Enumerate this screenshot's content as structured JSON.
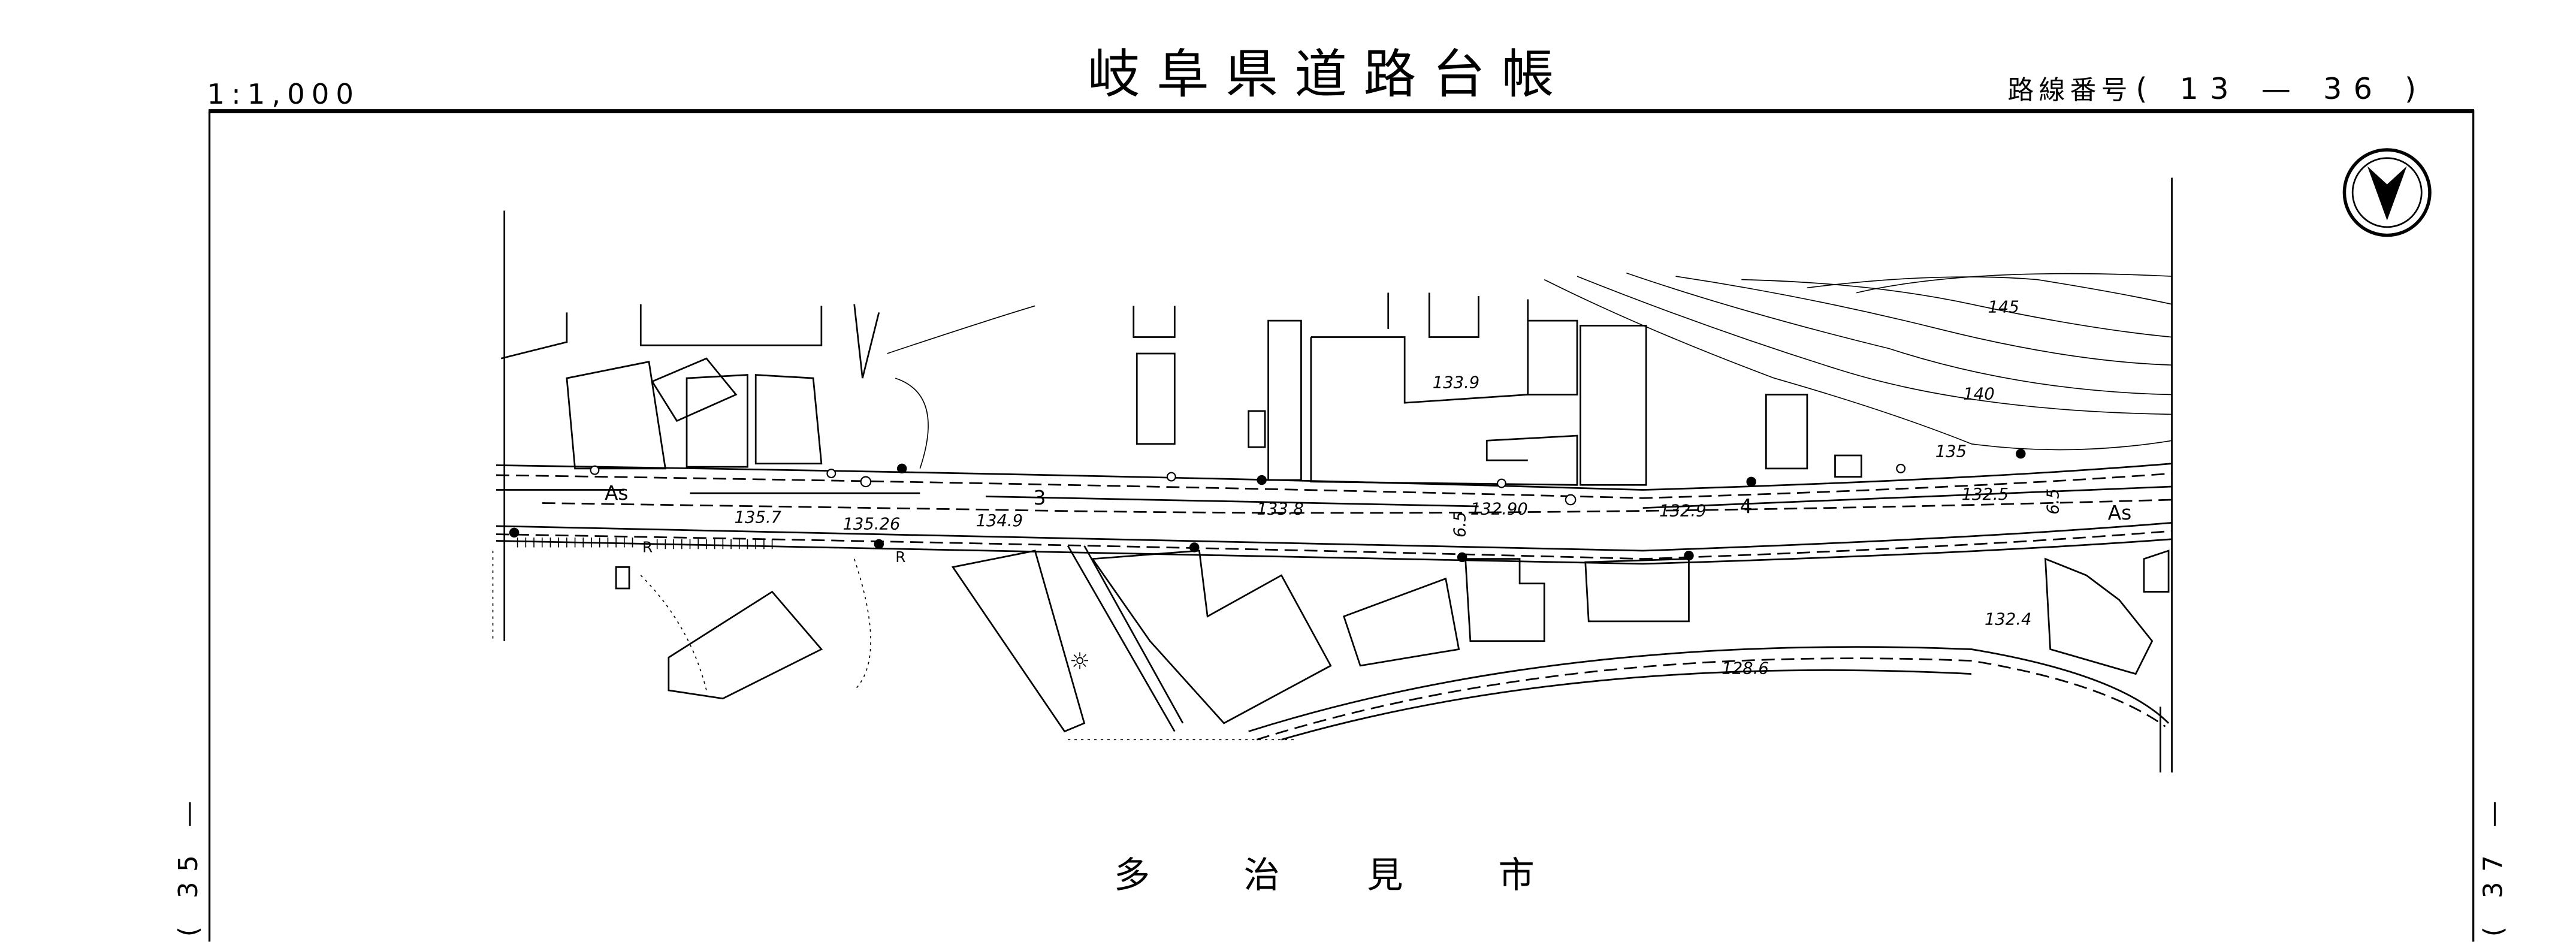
{
  "header": {
    "scale": "1:1,000",
    "title": "岐阜県道路台帳",
    "route_label": "路線番号",
    "route_number": "( 13 — 36 )"
  },
  "side_labels": {
    "left": "( 35 —",
    "right": "( 37 —"
  },
  "north_arrow": "north-arrow-icon",
  "map_labels": {
    "pavement_left": "As",
    "pavement_right": "As",
    "station_3": "3",
    "station_4": "4",
    "elev_1": "135.7",
    "elev_2": "135.26",
    "elev_3": "134.9",
    "elev_4": "133.8",
    "elev_5": "132.90",
    "elev_6": "132.9",
    "elev_7": "132.5",
    "elev_8": "133.9",
    "elev_9": "132.4",
    "elev_10": "128.6",
    "width_1": "6.5",
    "width_2": "6.5",
    "contour_145": "145",
    "contour_140": "140",
    "contour_135": "135",
    "marker_r1": "R",
    "marker_r2": "R"
  },
  "city": [
    "多",
    "治",
    "見",
    "市"
  ]
}
